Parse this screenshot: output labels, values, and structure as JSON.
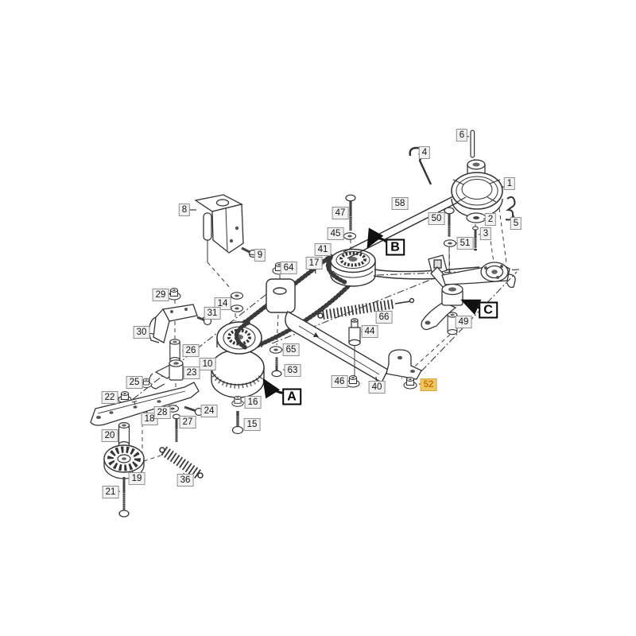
{
  "diagram": {
    "colors": {
      "background": "#ffffff",
      "line": "#333333",
      "label_bg": "#f2f2f2",
      "label_border": "#8f8f8f",
      "label_text": "#141414",
      "highlight_bg": "#efc663",
      "highlight_text": "#c87600"
    },
    "selected_part": "52",
    "parts": [
      {
        "ref": "8"
      },
      {
        "ref": "9"
      },
      {
        "ref": "29"
      },
      {
        "ref": "14"
      },
      {
        "ref": "31"
      },
      {
        "ref": "30"
      },
      {
        "ref": "26"
      },
      {
        "ref": "23"
      },
      {
        "ref": "25"
      },
      {
        "ref": "22"
      },
      {
        "ref": "18"
      },
      {
        "ref": "28"
      },
      {
        "ref": "27"
      },
      {
        "ref": "24"
      },
      {
        "ref": "20"
      },
      {
        "ref": "19"
      },
      {
        "ref": "21"
      },
      {
        "ref": "36"
      },
      {
        "ref": "10"
      },
      {
        "ref": "16"
      },
      {
        "ref": "15"
      },
      {
        "ref": "65"
      },
      {
        "ref": "63"
      },
      {
        "ref": "64"
      },
      {
        "ref": "17"
      },
      {
        "ref": "41"
      },
      {
        "ref": "47"
      },
      {
        "ref": "45"
      },
      {
        "ref": "58"
      },
      {
        "ref": "6"
      },
      {
        "ref": "4"
      },
      {
        "ref": "1"
      },
      {
        "ref": "2"
      },
      {
        "ref": "3"
      },
      {
        "ref": "5"
      },
      {
        "ref": "50"
      },
      {
        "ref": "51"
      },
      {
        "ref": "66"
      },
      {
        "ref": "44"
      },
      {
        "ref": "46"
      },
      {
        "ref": "40"
      },
      {
        "ref": "52",
        "highlighted": true
      },
      {
        "ref": "49"
      }
    ],
    "assemblies": [
      {
        "ref": "A"
      },
      {
        "ref": "B"
      },
      {
        "ref": "C"
      }
    ]
  }
}
